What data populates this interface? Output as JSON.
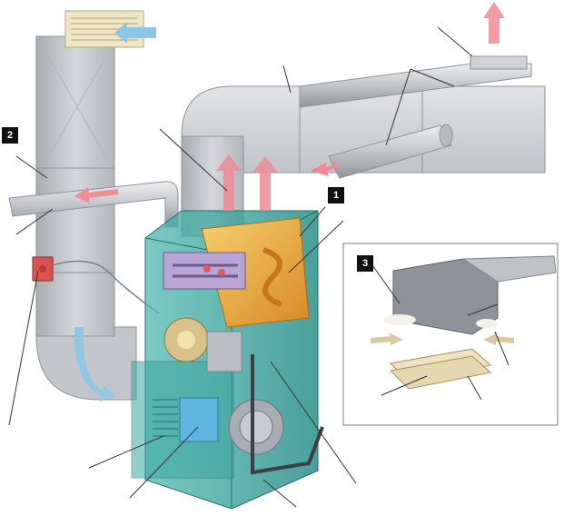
{
  "badges": [
    {
      "id": "1",
      "label": "1"
    },
    {
      "id": "2",
      "label": "2"
    },
    {
      "id": "3",
      "label": "3"
    }
  ],
  "colors": {
    "duct_metal": "#c9ccd0",
    "duct_shadow": "#9fa4a9",
    "furnace_glass": "#3aa7a0",
    "heat_exchanger": "#e9a53a",
    "warm_air_arrow": "#f08a94",
    "cool_air_arrow": "#8cc6e6",
    "badge_bg": "#111111"
  },
  "icons": [
    "warm-air-arrow",
    "cool-air-arrow",
    "blower-fan",
    "burner-assembly",
    "thermostat",
    "air-filter"
  ]
}
